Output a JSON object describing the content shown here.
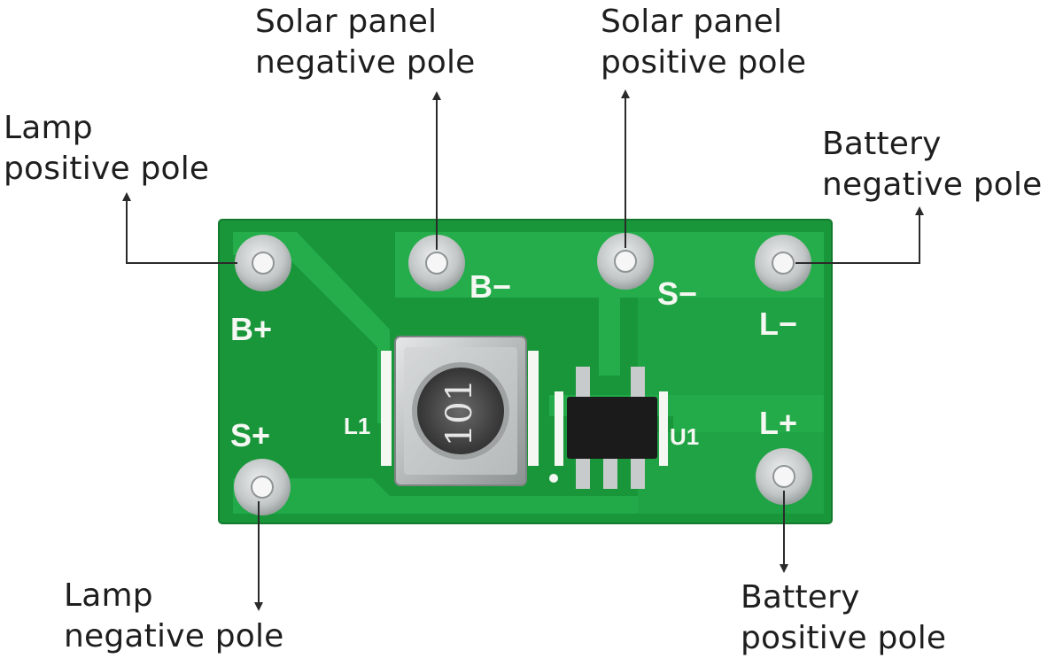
{
  "callouts": {
    "lamp_positive": {
      "line1": "Lamp",
      "line2": "positive pole"
    },
    "solar_negative": {
      "line1": "Solar panel",
      "line2": "negative pole"
    },
    "solar_positive": {
      "line1": "Solar panel",
      "line2": "positive pole"
    },
    "battery_negative": {
      "line1": "Battery",
      "line2": "negative pole"
    },
    "lamp_negative": {
      "line1": "Lamp",
      "line2": "negative pole"
    },
    "battery_positive": {
      "line1": "Battery",
      "line2": "positive pole"
    }
  },
  "board": {
    "pad_labels": {
      "b_plus": "B+",
      "s_plus": "S+",
      "b_minus": "B−",
      "s_minus": "S−",
      "l_minus": "L−",
      "l_plus": "L+"
    },
    "inductor_designator": "L1",
    "inductor_marking": "101",
    "chip_designator": "U1"
  },
  "colors": {
    "pcb": "#1a9a3c",
    "copper_trace": "#23ad4a",
    "silkscreen": "#f4f7f2",
    "pad_silver": "#c9cccc",
    "chip_black": "#1b1b1b",
    "leader_line": "#2a2a2a"
  }
}
